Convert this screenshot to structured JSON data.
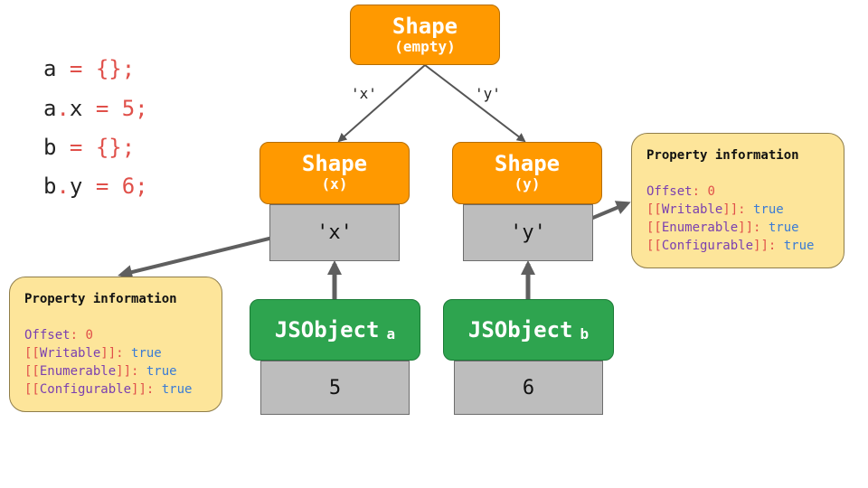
{
  "code": {
    "line1": {
      "var": "a",
      "op": "=",
      "val": "{};"
    },
    "line2": {
      "obj": "a",
      "dot": ".",
      "prop": "x",
      "op": "=",
      "val": "5;"
    },
    "line3": {
      "var": "b",
      "op": "=",
      "val": "{};"
    },
    "line4": {
      "obj": "b",
      "dot": ".",
      "prop": "y",
      "op": "=",
      "val": "6;"
    }
  },
  "root_shape": {
    "title": "Shape",
    "sub": "(empty)"
  },
  "edge_labels": {
    "left": "'x'",
    "right": "'y'"
  },
  "shape_x": {
    "title": "Shape",
    "sub": "(x)",
    "slot": "'x'"
  },
  "shape_y": {
    "title": "Shape",
    "sub": "(y)",
    "slot": "'y'"
  },
  "obj_a": {
    "title": "JSObject",
    "sub": "a",
    "value": "5"
  },
  "obj_b": {
    "title": "JSObject",
    "sub": "b",
    "value": "6"
  },
  "info_left": {
    "heading": "Property information",
    "offset_key": "Offset",
    "offset_val": "0",
    "writable": "Writable",
    "enumerable": "Enumerable",
    "configurable": "Configurable",
    "true_val": "true"
  },
  "info_right": {
    "heading": "Property information",
    "offset_key": "Offset",
    "offset_val": "0",
    "writable": "Writable",
    "enumerable": "Enumerable",
    "configurable": "Configurable",
    "true_val": "true"
  }
}
